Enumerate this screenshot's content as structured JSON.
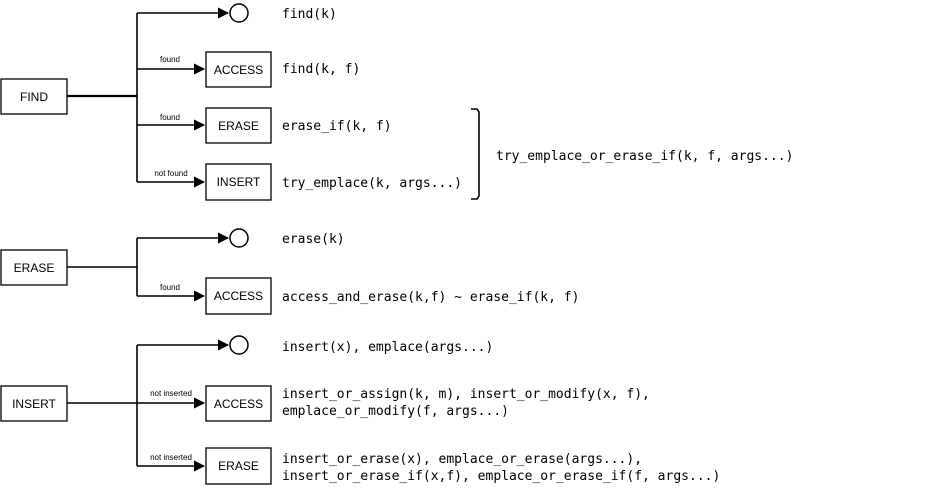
{
  "colors": {
    "stroke": "#000000",
    "background": "#ffffff"
  },
  "find": {
    "label": "FIND",
    "branches": [
      {
        "condition": "",
        "target": "",
        "text": "find(k)"
      },
      {
        "condition": "found",
        "target": "ACCESS",
        "text": "find(k, f)"
      },
      {
        "condition": "found",
        "target": "ERASE",
        "text": "erase_if(k, f)"
      },
      {
        "condition": "not found",
        "target": "INSERT",
        "text": "try_emplace(k, args...)"
      }
    ],
    "combined": "try_emplace_or_erase_if(k, f, args...)"
  },
  "erase": {
    "label": "ERASE",
    "branches": [
      {
        "condition": "",
        "target": "",
        "text": "erase(k)"
      },
      {
        "condition": "found",
        "target": "ACCESS",
        "text": "access_and_erase(k,f) ~ erase_if(k, f)"
      }
    ]
  },
  "insert": {
    "label": "INSERT",
    "branches": [
      {
        "condition": "",
        "target": "",
        "text": "insert(x), emplace(args...)"
      },
      {
        "condition": "not inserted",
        "target": "ACCESS",
        "lines": [
          "insert_or_assign(k, m), insert_or_modify(x, f),",
          "emplace_or_modify(f, args...)"
        ]
      },
      {
        "condition": "not inserted",
        "target": "ERASE",
        "lines": [
          "insert_or_erase(x), emplace_or_erase(args...),",
          "insert_or_erase_if(x,f), emplace_or_erase_if(f, args...)"
        ]
      }
    ]
  }
}
